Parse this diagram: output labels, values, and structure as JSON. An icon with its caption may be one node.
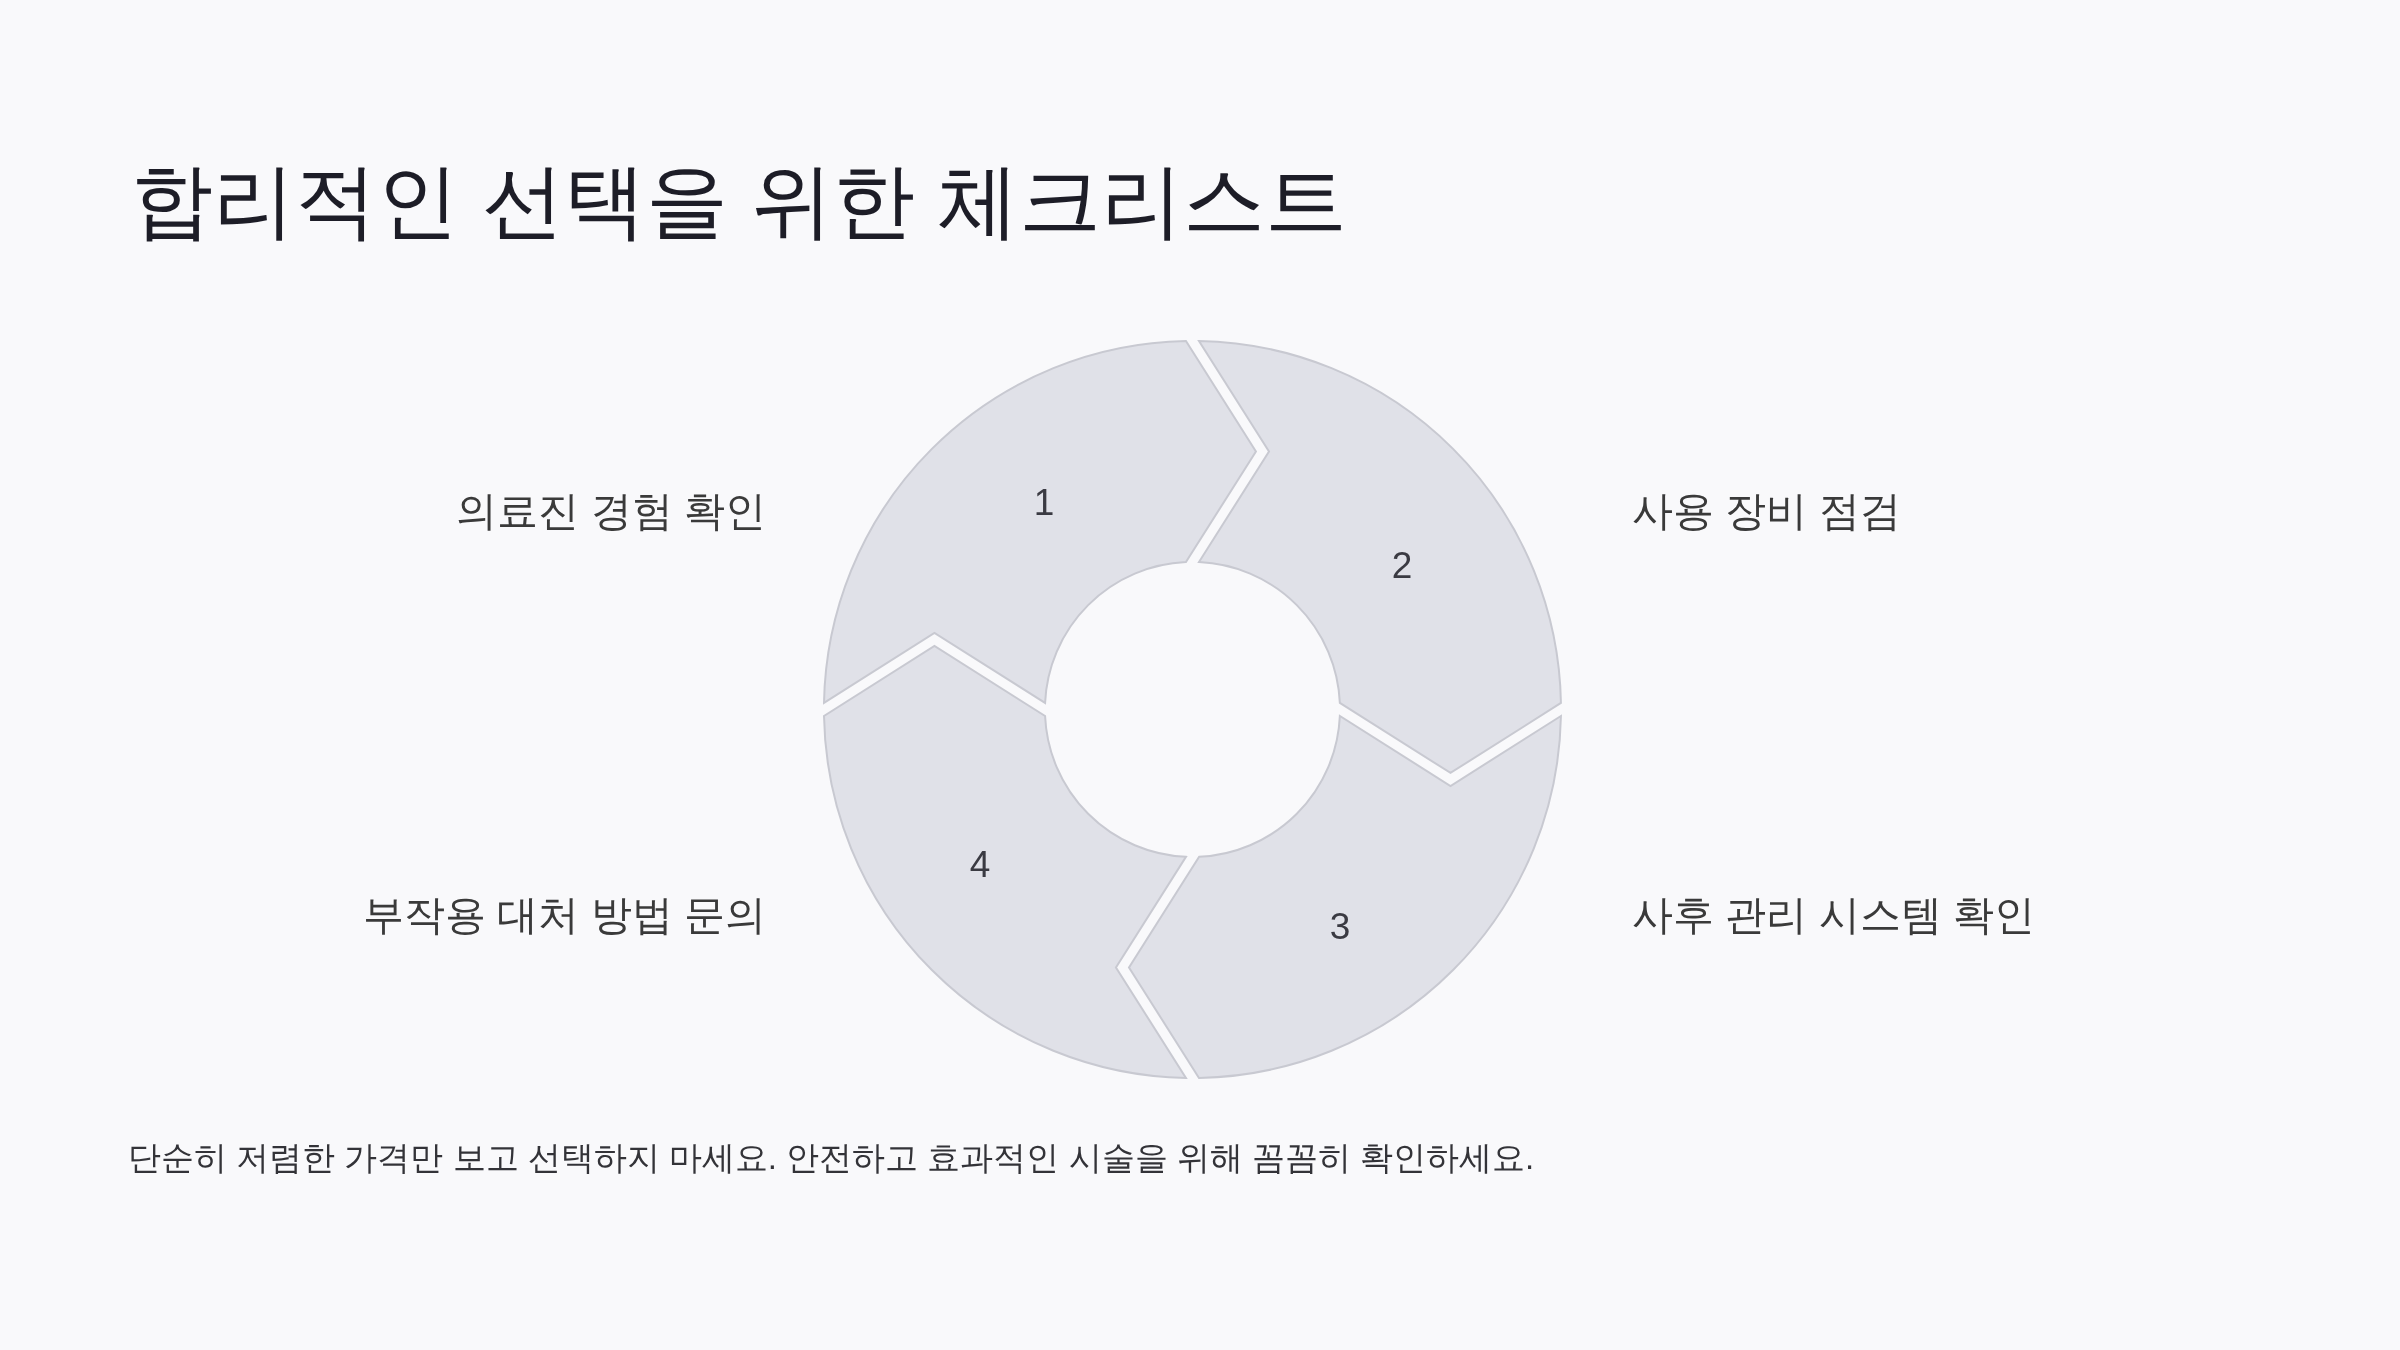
{
  "diagram": {
    "title": "합리적인 선택을 위한 체크리스트",
    "nodes": [
      {
        "text": [
          "1"
        ],
        "beside": [
          "의료진 경험 확인"
        ]
      },
      {
        "text": [
          "2"
        ],
        "beside": [
          "사용 장비 점검"
        ]
      },
      {
        "text": [
          "3"
        ],
        "beside": [
          "사후 관리 시스템 확인"
        ]
      },
      {
        "text": [
          "4"
        ],
        "beside": [
          "부작용 대처 방법 문의"
        ]
      }
    ],
    "caption": "단순히 저렴한 가격만 보고 선택하지 마세요. 안전하고 효과적인 시술을 위해 꼼꼼히 확인하세요."
  }
}
